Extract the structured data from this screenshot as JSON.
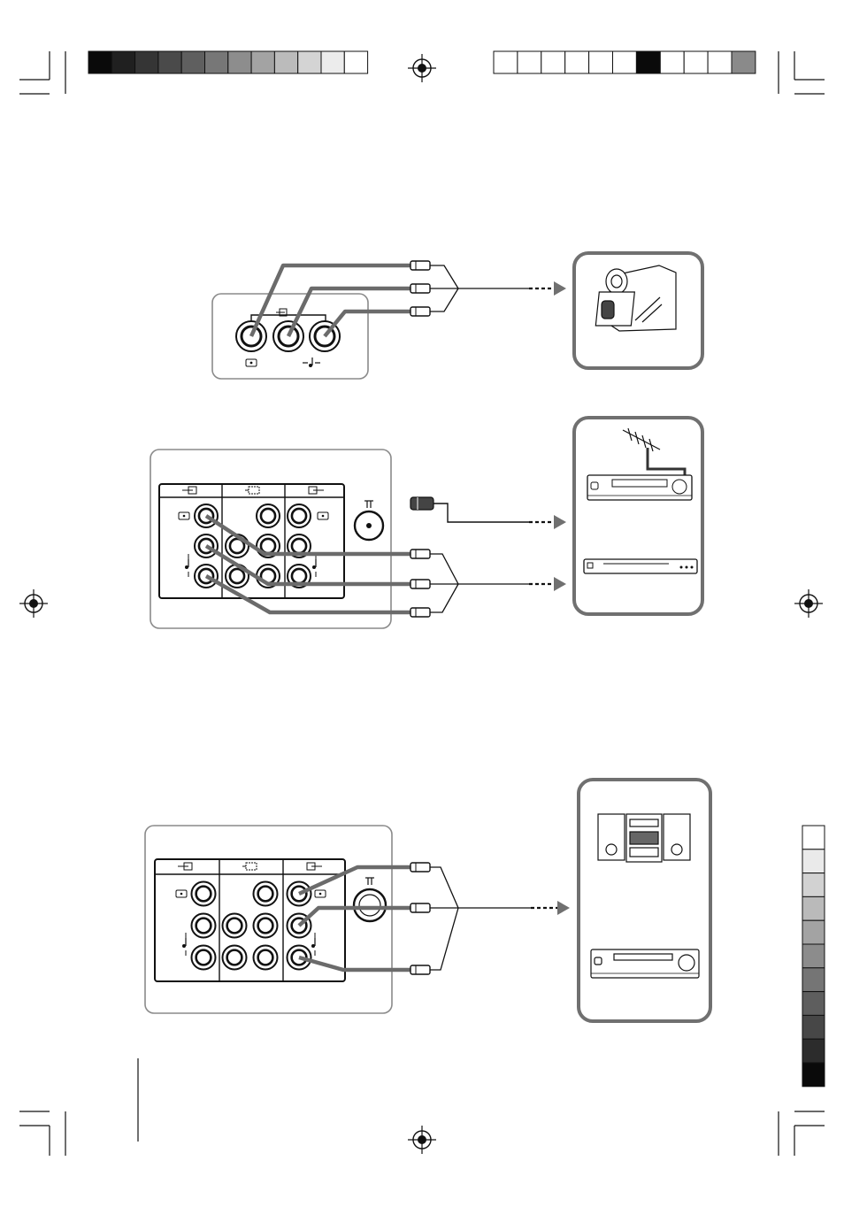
{
  "page": {
    "top_grey_scale": [
      "#0a0a0a",
      "#202020",
      "#353535",
      "#4a4a4a",
      "#5f5f5f",
      "#777777",
      "#8d8d8d",
      "#a3a3a3",
      "#bbbbbb",
      "#d4d4d4",
      "#ececec",
      "#ffffff"
    ],
    "top_color_bar": [
      "#ffffff",
      "#ffffff",
      "#ffffff",
      "#ffffff",
      "#ffffff",
      "#ffffff",
      "#0a0a0a",
      "#ffffff",
      "#ffffff",
      "#ffffff",
      "#8a8a8a"
    ],
    "side_grey_scale": [
      "#ffffff",
      "#eaeaea",
      "#d2d2d2",
      "#bababa",
      "#a3a3a3",
      "#8c8c8c",
      "#757575",
      "#5e5e5e",
      "#474747",
      "#2c2c2c",
      "#0a0a0a"
    ]
  },
  "colors": {
    "cable": "#6b6b6b",
    "arrow": "#707070",
    "outline": "#111111",
    "panel_border": "#8a8a8a"
  },
  "icons": {
    "video_symbol": "video-jack-icon",
    "audio_symbol": "note-icon",
    "input_symbol": "input-arrow-icon",
    "output_symbol": "output-arrow-icon",
    "monitor_symbol": "monitor-out-icon",
    "antenna_symbol": "antenna-icon",
    "registration": "registration-mark-icon"
  },
  "devices": [
    {
      "name": "camcorder",
      "icon": "camcorder-icon"
    },
    {
      "name": "vcr-with-antenna",
      "icon": "vcr-icon"
    },
    {
      "name": "dvd-player",
      "icon": "dvd-player-icon"
    },
    {
      "name": "hifi-system",
      "icon": "hifi-system-icon"
    },
    {
      "name": "cassette-deck",
      "icon": "cassette-deck-icon"
    }
  ]
}
